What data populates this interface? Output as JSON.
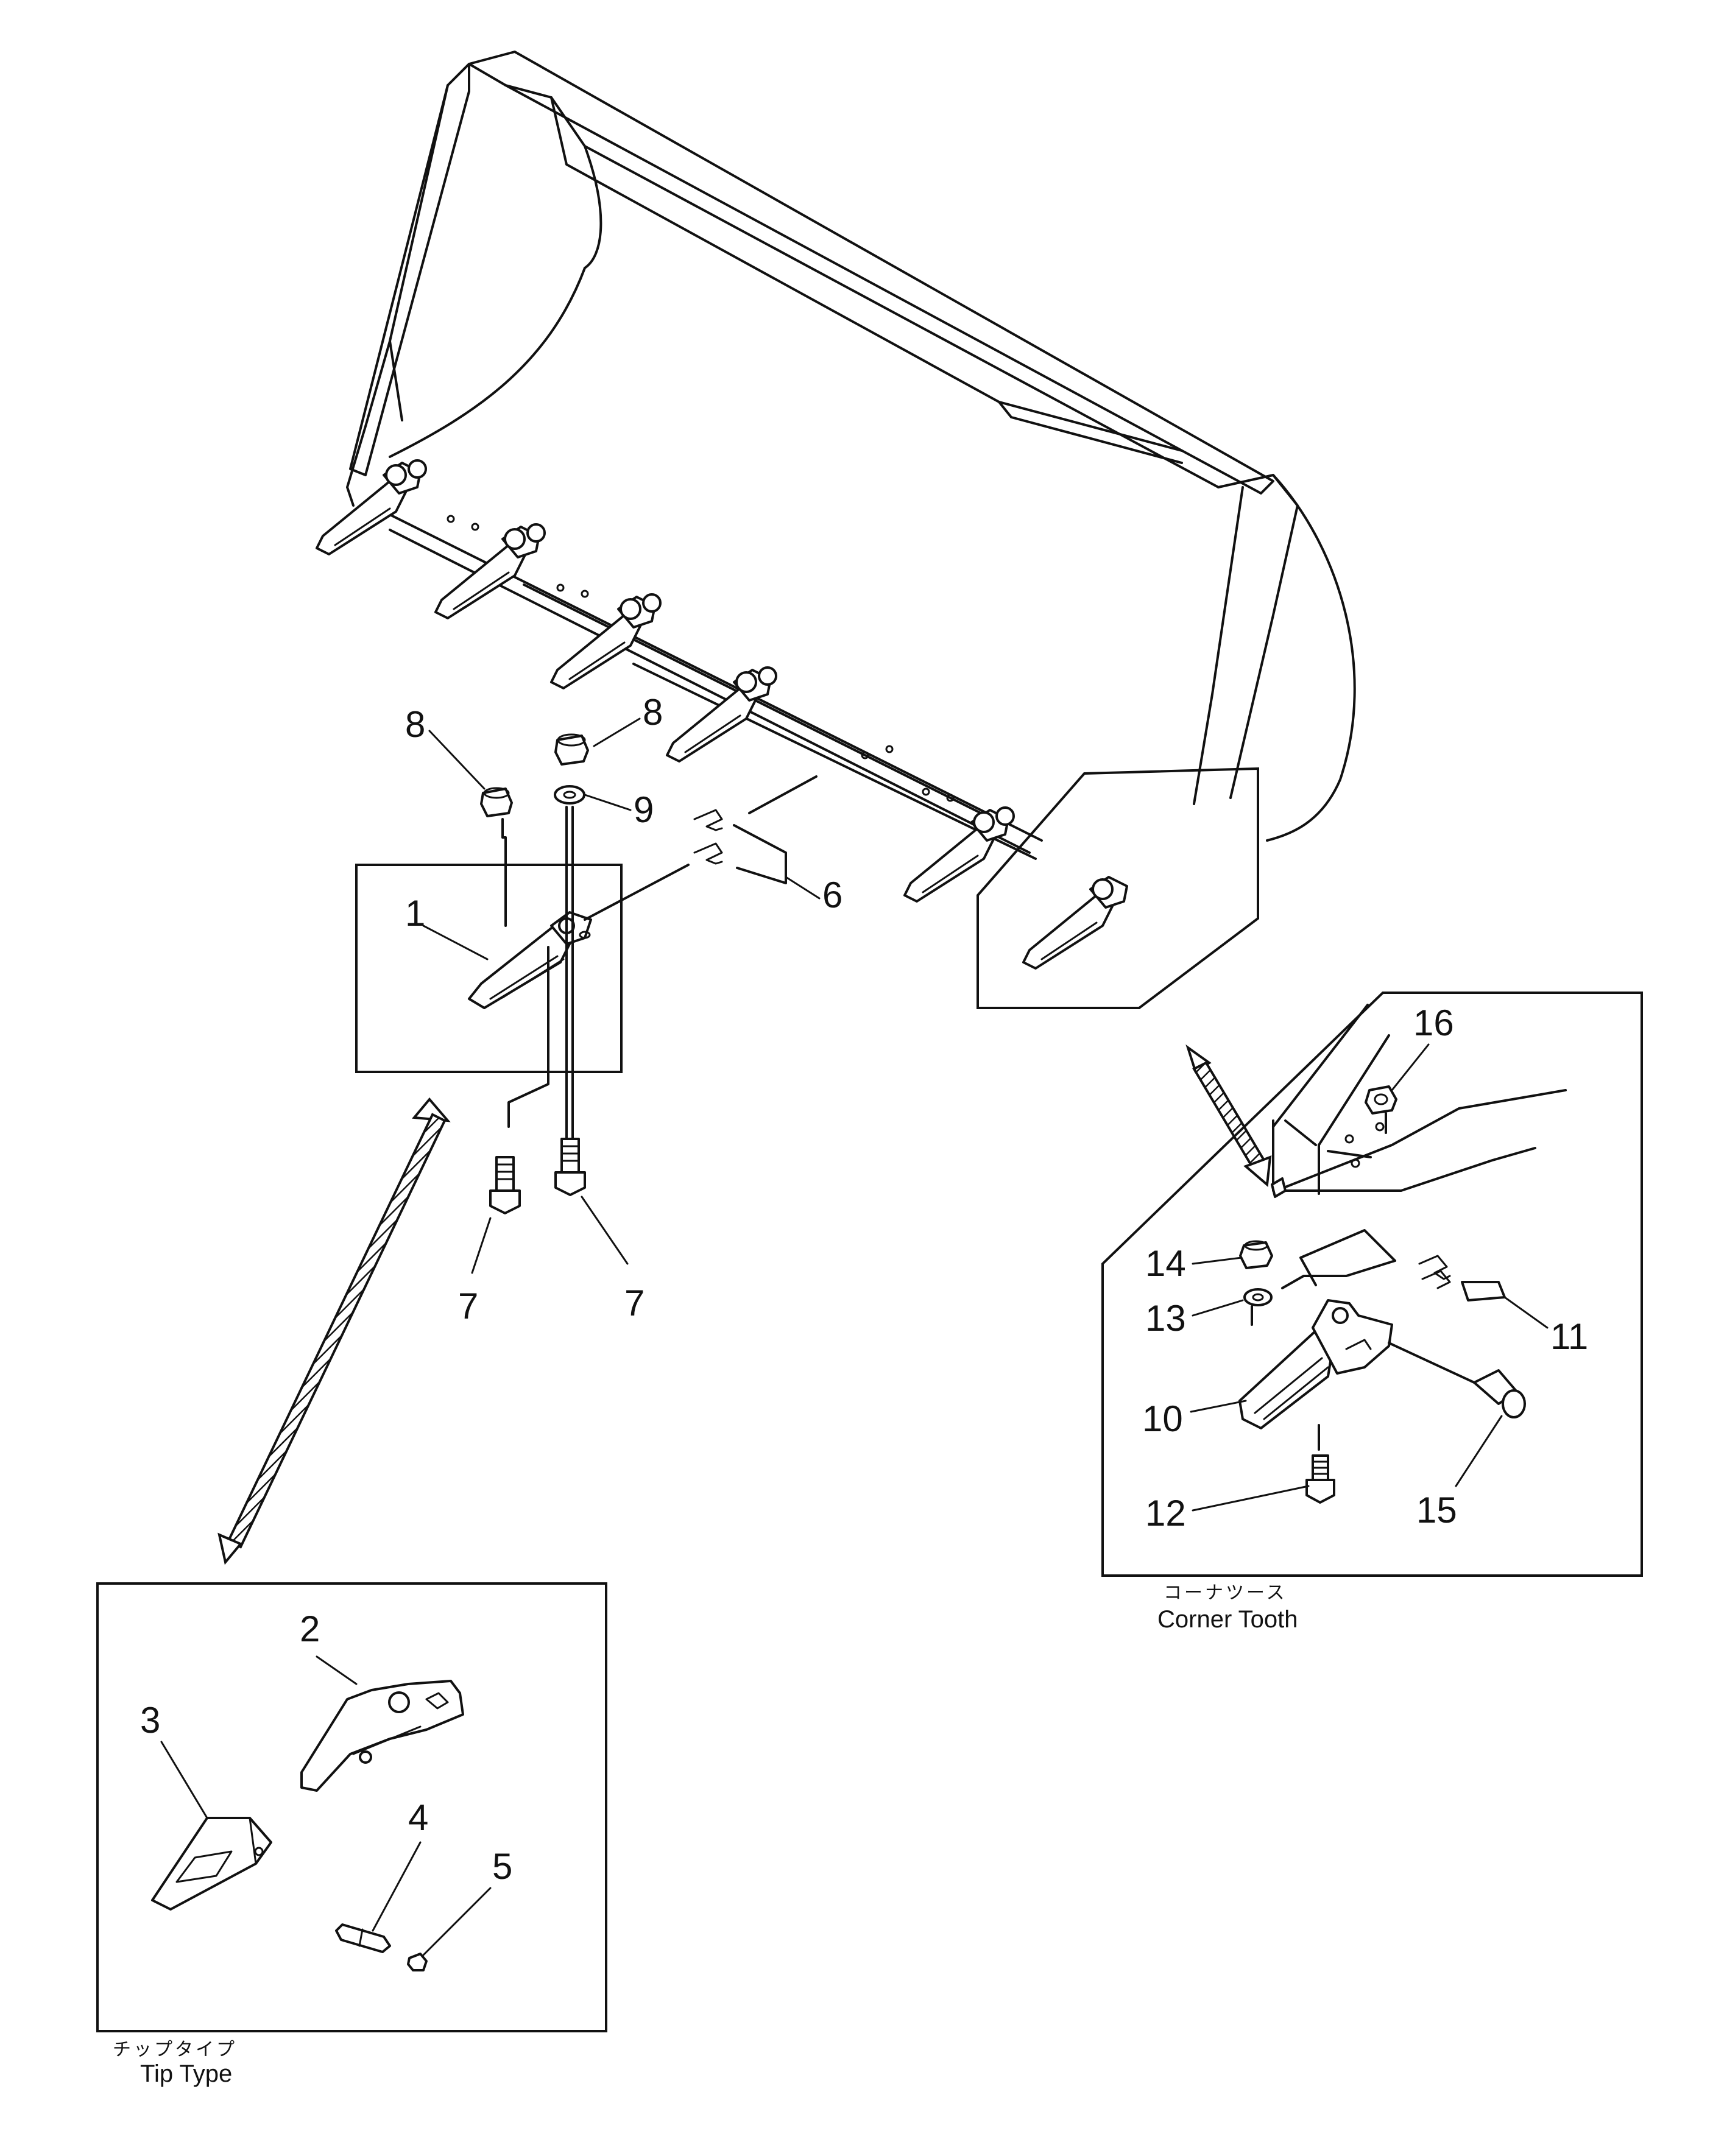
{
  "callouts": {
    "c1": "1",
    "c2": "2",
    "c3": "3",
    "c4": "4",
    "c5": "5",
    "c6": "6",
    "c7a": "7",
    "c7b": "7",
    "c8a": "8",
    "c8b": "8",
    "c9": "9",
    "c10": "10",
    "c11": "11",
    "c12": "12",
    "c13": "13",
    "c14": "14",
    "c15": "15",
    "c16": "16"
  },
  "captions": {
    "tip_type_jp": "チップタイプ",
    "tip_type_en": "Tip Type",
    "corner_tooth_jp": "コーナツース",
    "corner_tooth_en": "Corner Tooth"
  }
}
